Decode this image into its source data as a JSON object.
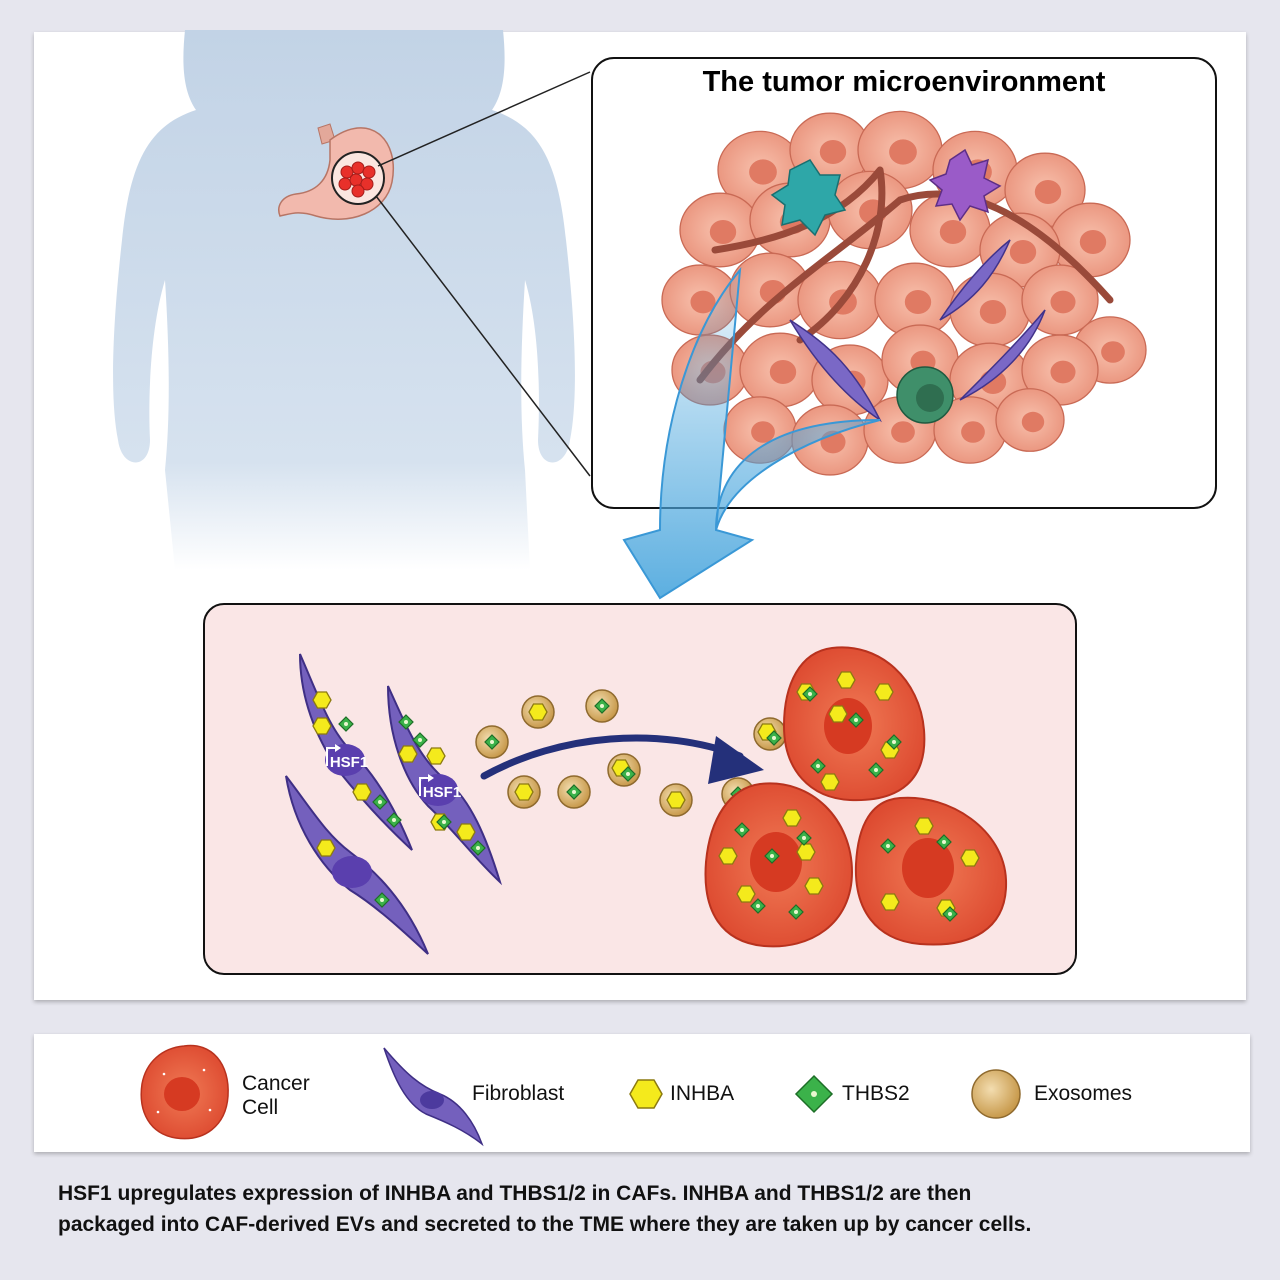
{
  "tme_title": "The tumor microenvironment",
  "hsf1_label": "HSF1",
  "legend": {
    "cancer_cell": "Cancer Cell",
    "fibroblast": "Fibroblast",
    "inhba": "INHBA",
    "thbs2": "THBS2",
    "exosomes": "Exosomes"
  },
  "caption": {
    "line1": "HSF1 upregulates expression of INHBA and THBS1/2 in CAFs. INHBA and THBS1/2 are then",
    "line2": "packaged into CAF-derived EVs and secreted to the TME where they are taken up by cancer cells."
  },
  "colors": {
    "cancer": "#e8553a",
    "fibroblast": "#6a4fb0",
    "inhba": "#f4ea1c",
    "thbs2": "#3bb24a",
    "exosome": "#d9b46a",
    "arrow": "#24307a"
  }
}
